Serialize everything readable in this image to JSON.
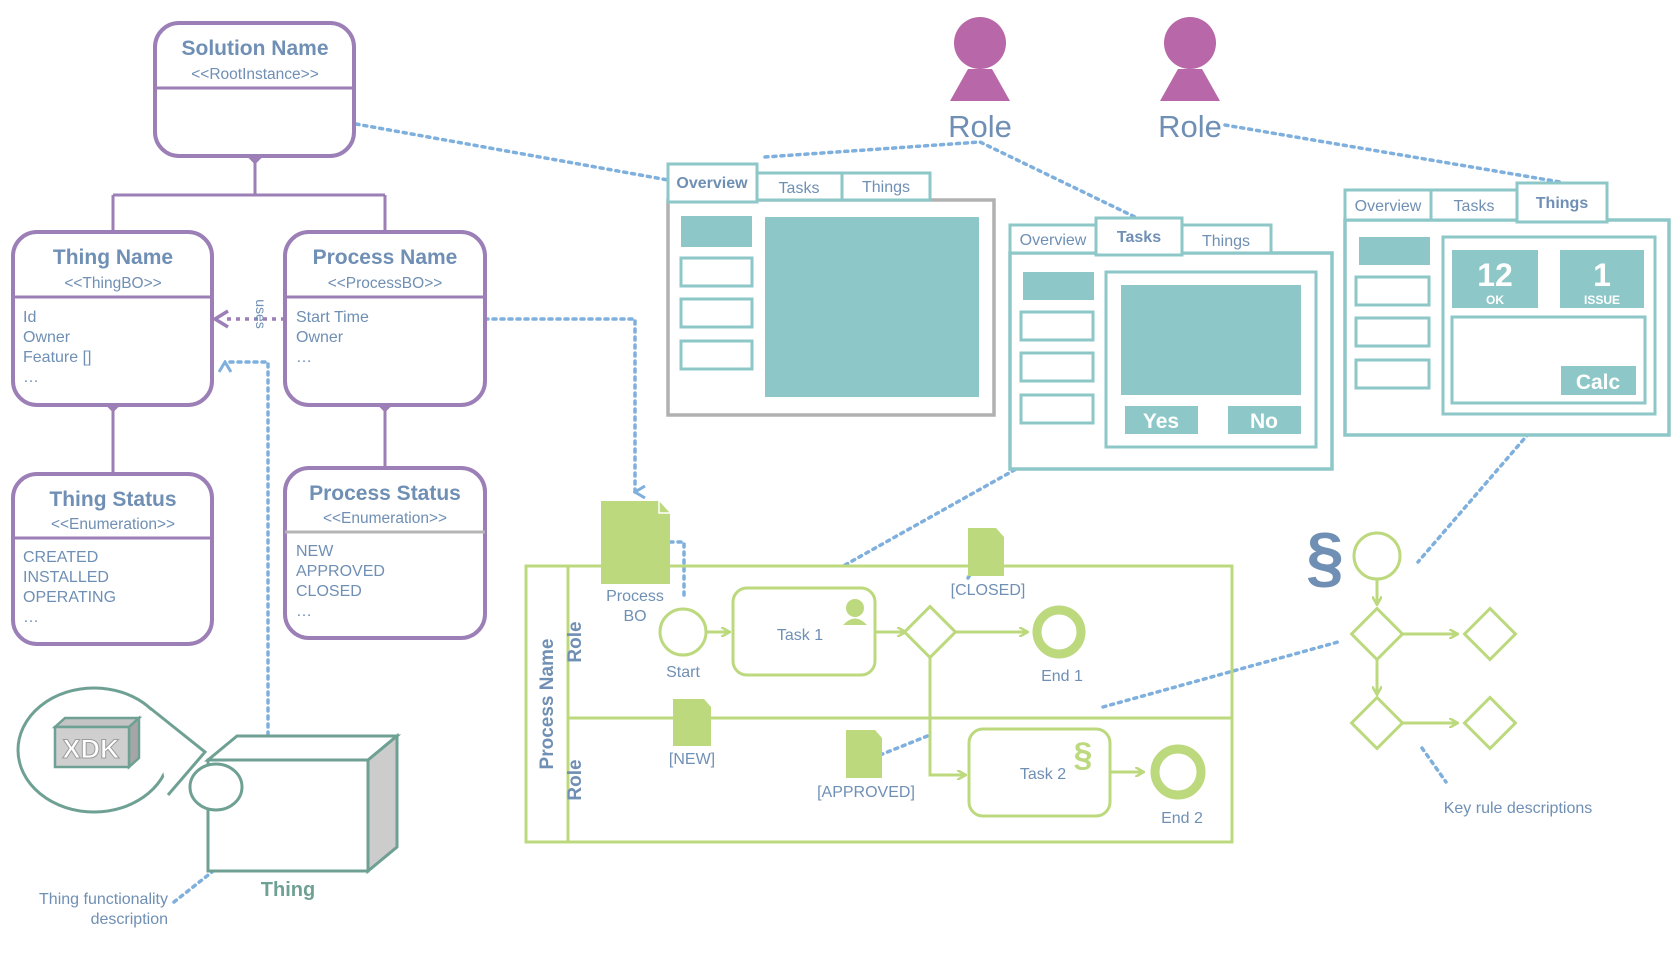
{
  "colors": {
    "uml_purple": "#9b7fb6",
    "text_blue": "#6f8fb4",
    "teal": "#8ec7c8",
    "bpmn_green": "#bcd97e",
    "role_magenta": "#b868a8",
    "dotted_blue": "#7fb0dd"
  },
  "uml": {
    "solution": {
      "title": "Solution Name",
      "stereotype": "<<RootInstance>>"
    },
    "thing": {
      "title": "Thing Name",
      "stereotype": "<<ThingBO>>",
      "attributes": [
        "Id",
        "Owner",
        "Feature []",
        "…"
      ]
    },
    "process": {
      "title": "Process Name",
      "stereotype": "<<ProcessBO>>",
      "attributes": [
        "Start Time",
        "Owner",
        "…"
      ]
    },
    "thing_status": {
      "title": "Thing Status",
      "stereotype": "<<Enumeration>>",
      "values": [
        "CREATED",
        "INSTALLED",
        "OPERATING",
        "…"
      ]
    },
    "process_status": {
      "title": "Process Status",
      "stereotype": "<<Enumeration>>",
      "values": [
        "NEW",
        "APPROVED",
        "CLOSED",
        "…"
      ]
    },
    "uses_label": "uses"
  },
  "device": {
    "xdk_label": "XDK",
    "thing_label": "Thing",
    "description": [
      "Thing functionality",
      "description"
    ]
  },
  "roles": [
    {
      "label": "Role",
      "icon": "person-icon"
    },
    {
      "label": "Role",
      "icon": "person-icon"
    }
  ],
  "screens": {
    "overview_screen": {
      "tabs": [
        "Overview",
        "Tasks",
        "Things"
      ],
      "active": "Overview"
    },
    "tasks_screen": {
      "tabs": [
        "Overview",
        "Tasks",
        "Things"
      ],
      "active": "Tasks",
      "buttons": [
        "Yes",
        "No"
      ]
    },
    "things_screen": {
      "tabs": [
        "Overview",
        "Tasks",
        "Things"
      ],
      "active": "Things",
      "kpis": [
        {
          "value": "12",
          "label": "OK"
        },
        {
          "value": "1",
          "label": "ISSUE"
        }
      ],
      "button": "Calc"
    }
  },
  "process": {
    "pool_label": "Process Name",
    "lanes": [
      "Role",
      "Role"
    ],
    "data_object": [
      "Process",
      "BO"
    ],
    "start": "Start",
    "task1": "Task 1",
    "task2": "Task 2",
    "end1": "End 1",
    "end2": "End 2",
    "states": {
      "closed": "[CLOSED]",
      "new": "[NEW]",
      "approved": "[APPROVED]"
    }
  },
  "rules": {
    "section_symbol": "§",
    "caption": "Key rule descriptions"
  }
}
